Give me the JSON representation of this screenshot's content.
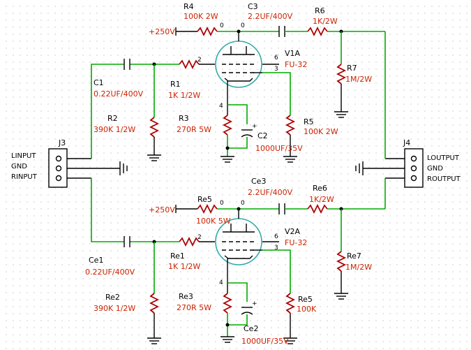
{
  "connectors": {
    "j3": {
      "ref": "J3",
      "pins": [
        "LINPUT",
        "GND",
        "RINPUT"
      ]
    },
    "j4": {
      "ref": "J4",
      "pins": [
        "LOUTPUT",
        "GND",
        "ROUTPUT"
      ]
    }
  },
  "supply": {
    "top": "+250V",
    "bottom": "+250V"
  },
  "top_channel": {
    "c1": {
      "ref": "C1",
      "value": "0.22UF/400V"
    },
    "r2": {
      "ref": "R2",
      "value": "390K 1/2W"
    },
    "r1": {
      "ref": "R1",
      "value": "1K 1/2W"
    },
    "r3": {
      "ref": "R3",
      "value": "270R 5W"
    },
    "c2": {
      "ref": "C2",
      "value": "1000UF/35V"
    },
    "r5": {
      "ref": "R5",
      "value": "100K 2W"
    },
    "r4": {
      "ref": "R4",
      "value": "100K 2W"
    },
    "c3": {
      "ref": "C3",
      "value": "2.2UF/400V"
    },
    "r6": {
      "ref": "R6",
      "value": "1K/2W"
    },
    "r7": {
      "ref": "R7",
      "value": "1M/2W"
    },
    "tube": {
      "ref": "V1A",
      "value": "FU-32"
    }
  },
  "bottom_channel": {
    "c1": {
      "ref": "Ce1",
      "value": "0.22UF/400V"
    },
    "r2": {
      "ref": "Re2",
      "value": "390K 1/2W"
    },
    "r1": {
      "ref": "Re1",
      "value": "1K 1/2W"
    },
    "r3": {
      "ref": "Re3",
      "value": "270R 5W"
    },
    "c2": {
      "ref": "Ce2",
      "value": "1000UF/35V"
    },
    "r5": {
      "ref": "Re5",
      "value": "100K"
    },
    "r4": {
      "ref": "Re5",
      "value": "100K 5W"
    },
    "c3": {
      "ref": "Ce3",
      "value": "2.2UF/400V"
    },
    "r6": {
      "ref": "Re6",
      "value": "1K/2W"
    },
    "r7": {
      "ref": "Re7",
      "value": "1M/2W"
    },
    "tube": {
      "ref": "V2A",
      "value": "FU-32"
    }
  },
  "pins": {
    "grid": "2",
    "plate": "6",
    "screen": "3",
    "cathode": "4",
    "node": "0"
  }
}
